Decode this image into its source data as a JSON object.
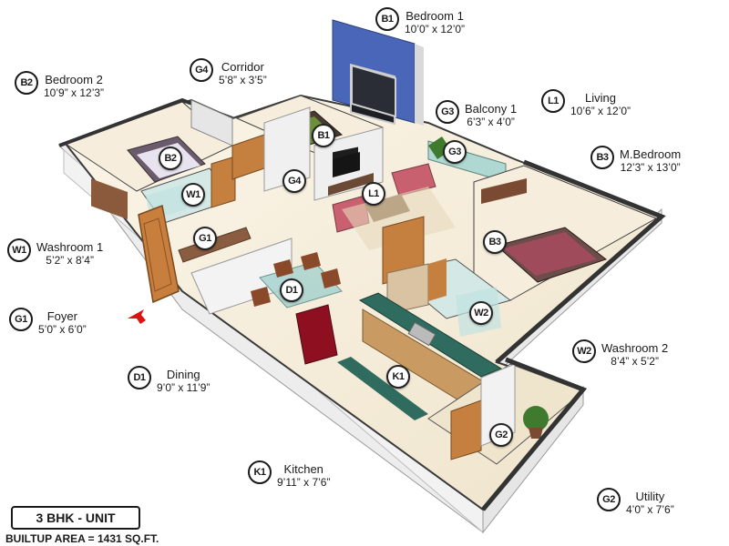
{
  "rooms": {
    "b1": {
      "code": "B1",
      "name": "Bedroom 1",
      "dim": "10’0” x 12’0”"
    },
    "b2": {
      "code": "B2",
      "name": "Bedroom 2",
      "dim": "10’9” x 12’3”"
    },
    "g4": {
      "code": "G4",
      "name": "Corridor",
      "dim": "5’8” x 3’5”"
    },
    "g3": {
      "code": "G3",
      "name": "Balcony 1",
      "dim": "6’3” x 4’0”"
    },
    "l1": {
      "code": "L1",
      "name": "Living",
      "dim": "10’6” x 12’0”"
    },
    "b3": {
      "code": "B3",
      "name": "M.Bedroom",
      "dim": "12’3” x 13’0”"
    },
    "w1": {
      "code": "W1",
      "name": "Washroom 1",
      "dim": "5’2” x 8’4”"
    },
    "g1": {
      "code": "G1",
      "name": "Foyer",
      "dim": "5’0” x 6’0”"
    },
    "d1": {
      "code": "D1",
      "name": "Dining",
      "dim": "9’0” x 11’9”"
    },
    "w2": {
      "code": "W2",
      "name": "Washroom 2",
      "dim": "8’4” x 5’2”"
    },
    "k1": {
      "code": "K1",
      "name": "Kitchen",
      "dim": "9’11” x 7’6”"
    },
    "g2": {
      "code": "G2",
      "name": "Utility",
      "dim": "4’0” x 7’6”"
    }
  },
  "unit_label": "3 BHK - UNIT",
  "builtup_area": "BUILTUP AREA = 1431 SQ.FT.",
  "colors": {
    "wall_outer": "#3a3a3a",
    "wall_side": "#e8e8e8",
    "floor": "#f3ead8",
    "bedroom_wall_blue": "#4a66b8",
    "door_wood": "#c07a3a",
    "kitchen_counter": "#2f6b5e",
    "glass": "#bfe3e0",
    "entry_arrow": "#e01010"
  }
}
